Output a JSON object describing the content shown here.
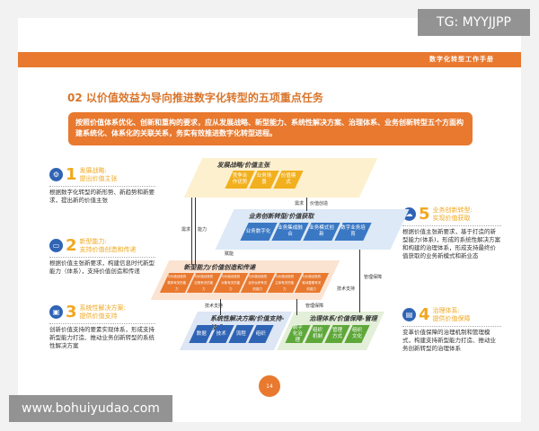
{
  "header": {
    "manual": "数字化转型工作手册"
  },
  "title": "02 以价值效益为导向推进数字化转型的五项重点任务",
  "intro": "按照价值体系优化、创新和重构的要求，应从发展战略、新型能力、系统性解决方案、治理体系、业务创新转型五个方面构建系统化、体系化的关联关系，务实有效推进数字化转型进程。",
  "items": [
    {
      "num": "1",
      "icon": "gear-icon",
      "title1": "发展战略:",
      "title2": "提出价值主张",
      "desc": "根据数字化转型的新形势、新趋势和新要求，提出新的价值主张"
    },
    {
      "num": "2",
      "icon": "folder-icon",
      "title1": "新型能力:",
      "title2": "支持价值创造和传递",
      "desc": "根据价值主张新要求，构建信息时代新型能力（体系），支持价值创造和传递"
    },
    {
      "num": "3",
      "icon": "solution-icon",
      "title1": "系统性解决方案:",
      "title2": "提供价值支持",
      "desc": "创新价值支持的要素实现体系，形成支持新型能力打造、推动业务创新转型的系统性解决方案"
    },
    {
      "num": "5",
      "icon": "cloud-upload-icon",
      "title1": "业务创新转型:",
      "title2": "实现价值获取",
      "desc": "根据价值主张新要求，基于打造的新型能力(体系)，形成的系统性解决方案和构建的治理体系，形成支持最终价值获取的业务新模式和新业态"
    },
    {
      "num": "4",
      "icon": "governance-icon",
      "title1": "治理体系:",
      "title2": "提供价值保障",
      "desc": "变革价值保障的治理机制和管理模式，构建支持新型能力打造、推动业务创新转型的治理体系"
    }
  ],
  "diagram": {
    "strategy": {
      "title": "发展战略/价值主张",
      "boxes": [
        "竞争合作优势",
        "业务场景",
        "价值模式"
      ],
      "color": "#f2b01e"
    },
    "business": {
      "title": "业务创新转型/价值获取",
      "boxes": [
        "业务数字化",
        "业务集成融合",
        "业务模式创新",
        "数字业务培育"
      ],
      "color": "#3a78c4"
    },
    "capability": {
      "title": "新型能力/价值创造和传递",
      "boxes": [
        "与价值创造的载体有关的能力",
        "与价值创造的过程有关的能力",
        "与价值创造的对象有关的能力",
        "与价值创造的合作伙伴有关的能力",
        "与价值创造的主体有关的能力",
        "与价值创造的驱动要素有关的能力"
      ],
      "color": "#e8792f"
    },
    "solution": {
      "title": "系统性解决方案/价值支持-技术",
      "boxes": [
        "数据",
        "技术",
        "流程",
        "组织"
      ],
      "color": "#2f64b5"
    },
    "governance": {
      "title": "治理体系/价值保障-管理",
      "boxes": [
        "数字化治理",
        "组织机制",
        "管理方式",
        "组织文化"
      ],
      "color": "#5ea83a"
    },
    "labels": {
      "demand": "需求",
      "value_creation": "价值创造",
      "capability": "能力",
      "empower": "赋能",
      "tech_support": "技术支持",
      "mgmt_support": "管理保障"
    }
  },
  "page_number": "14",
  "watermark_top": "TG: MYYJJPP",
  "watermark_bottom": "www.bohuiyudao.com"
}
